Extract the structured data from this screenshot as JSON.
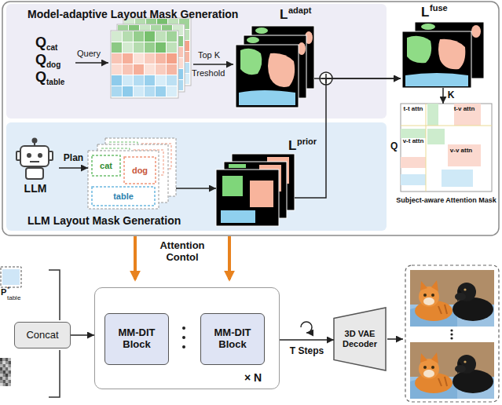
{
  "diagram": {
    "nodes": [
      {
        "text": [
          "Model-adaptive Layout Mask Generation"
        ]
      },
      {
        "text": [
          "L",
          "adapt"
        ],
        "in": 0
      },
      {
        "text": [
          "L",
          "fuse"
        ]
      },
      {
        "text": [
          "t-t attn",
          "t-v attn",
          "v-t attn",
          "v-v attn",
          "Subject-aware Attention Mask"
        ]
      },
      {
        "text": [
          "LLM Layout Mask Generation"
        ]
      },
      {
        "text": [
          "LLM"
        ],
        "in": 4
      },
      {
        "text": [
          "cat",
          "dog",
          "table"
        ],
        "in": 4
      },
      {
        "text": [
          "L",
          "prior"
        ],
        "in": 4
      },
      {
        "text": [
          "Concat"
        ]
      },
      {
        "text": [
          "× N"
        ]
      },
      {
        "text": [
          "MM-DIT Block"
        ],
        "in": 9
      },
      {
        "text": [
          "MM-DIT Block"
        ],
        "in": 9
      },
      {
        "text": [
          "3D VAE Decoder"
        ]
      }
    ],
    "edges": [
      {
        "from": 5,
        "to": 6,
        "arrow": "to",
        "label": "Plan"
      },
      {
        "from": 6,
        "to": 7,
        "arrow": "to"
      },
      {
        "from": 1,
        "to": 2,
        "arrow": "to"
      },
      {
        "from": 7,
        "to": 2,
        "arrow": "to"
      },
      {
        "from": 2,
        "to": 3,
        "arrow": "to",
        "label": "K"
      },
      {
        "from": 8,
        "to": 9,
        "arrow": "to"
      },
      {
        "from": 9,
        "to": 12,
        "arrow": "to",
        "label": "T Steps"
      }
    ],
    "labels": [
      "Q",
      "cat",
      "Q",
      "dog",
      "Q",
      "table",
      "Query",
      "Top K",
      "Treshold",
      "Q",
      "Attention Contol",
      "P",
      "*",
      "table"
    ]
  }
}
